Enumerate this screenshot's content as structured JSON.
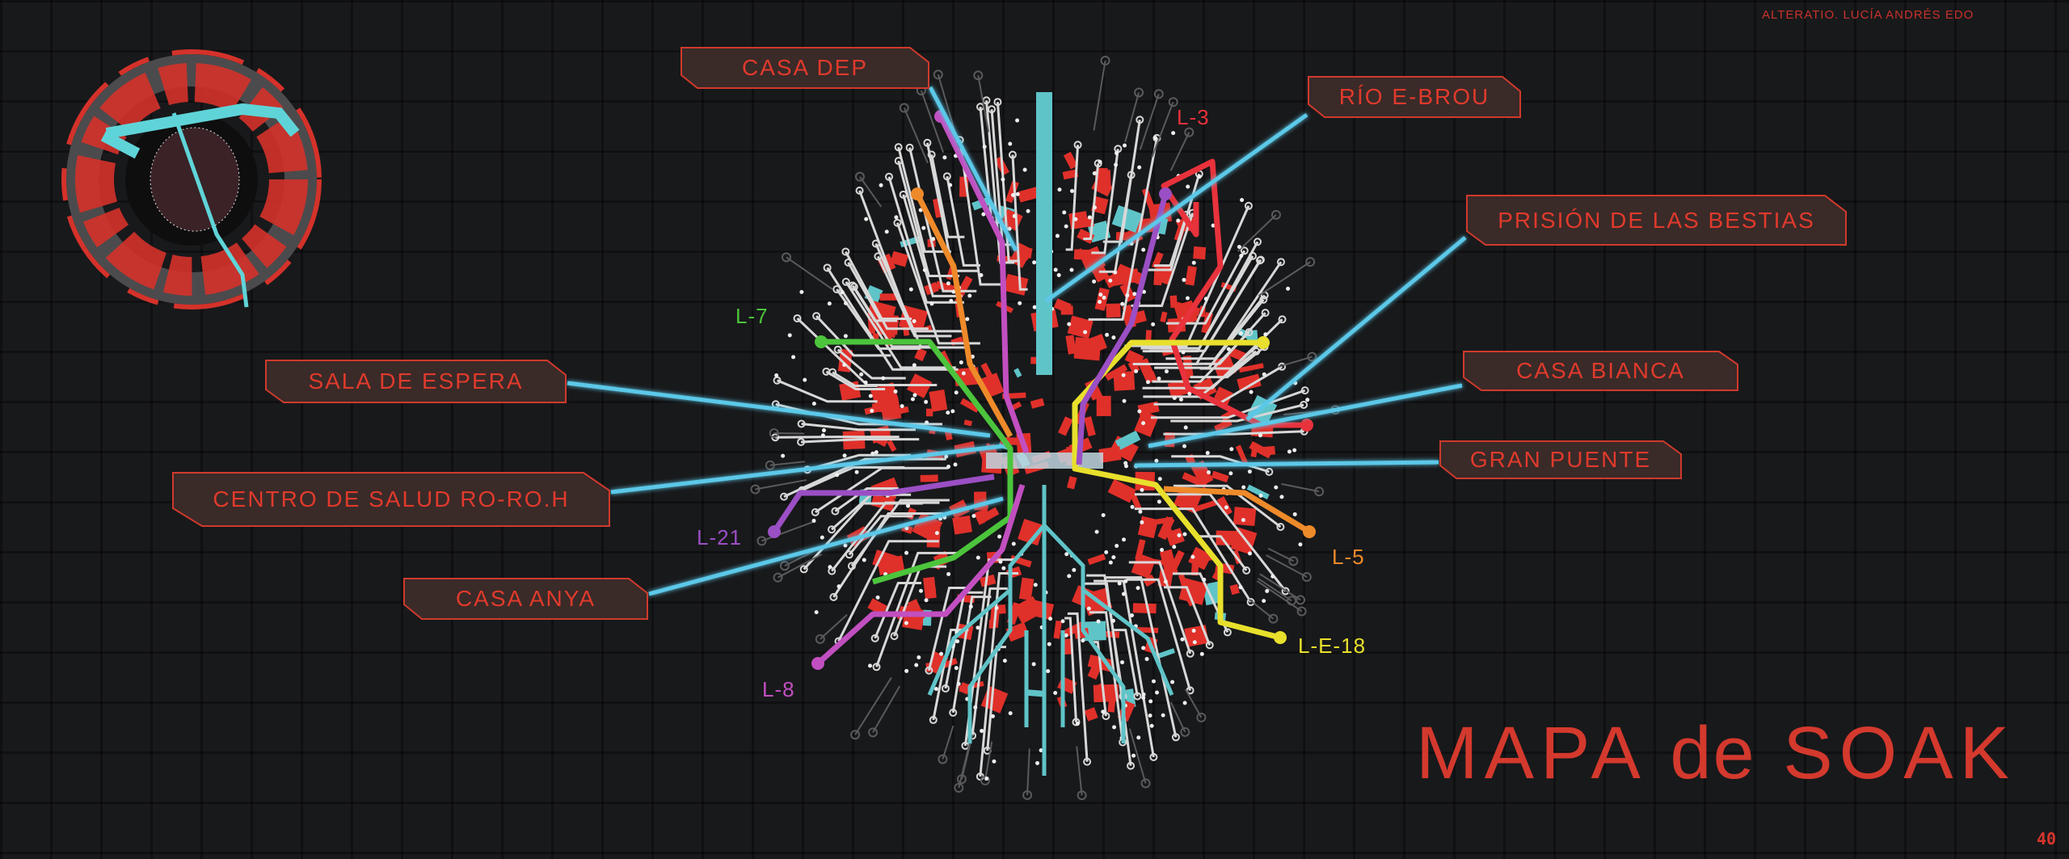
{
  "credit": "ALTERATIO. LUCÍA ANDRÉS EDO",
  "title": {
    "main": "MAPA",
    "de": "de",
    "name": "SOAK"
  },
  "page_number": "40",
  "colors": {
    "accent": "#d4392d",
    "leader": "#5bc8e8",
    "label_fill": "#3a2a28"
  },
  "places": [
    {
      "id": "casa-dep",
      "label": "CASA DEP"
    },
    {
      "id": "rio-e-brou",
      "label": "RÍO E-BROU"
    },
    {
      "id": "prision",
      "label": "PRISIÓN DE LAS BESTIAS"
    },
    {
      "id": "casa-bianca",
      "label": "CASA BIANCA"
    },
    {
      "id": "gran-puente",
      "label": "GRAN PUENTE"
    },
    {
      "id": "sala-de-espera",
      "label": "SALA DE ESPERA"
    },
    {
      "id": "centro-de-salud",
      "label": "CENTRO DE SALUD RO-RO.H"
    },
    {
      "id": "casa-anya",
      "label": "CASA ANYA"
    }
  ],
  "lines": [
    {
      "id": "l3",
      "label": "L-3",
      "color": "#e8323c"
    },
    {
      "id": "l7",
      "label": "L-7",
      "color": "#4cc43c"
    },
    {
      "id": "l21",
      "label": "L-21",
      "color": "#9b4fc4"
    },
    {
      "id": "l8",
      "label": "L-8",
      "color": "#c24fc0"
    },
    {
      "id": "l5",
      "label": "L-5",
      "color": "#ee8a2a"
    },
    {
      "id": "le18",
      "label": "L-E-18",
      "color": "#e8e02c"
    }
  ]
}
